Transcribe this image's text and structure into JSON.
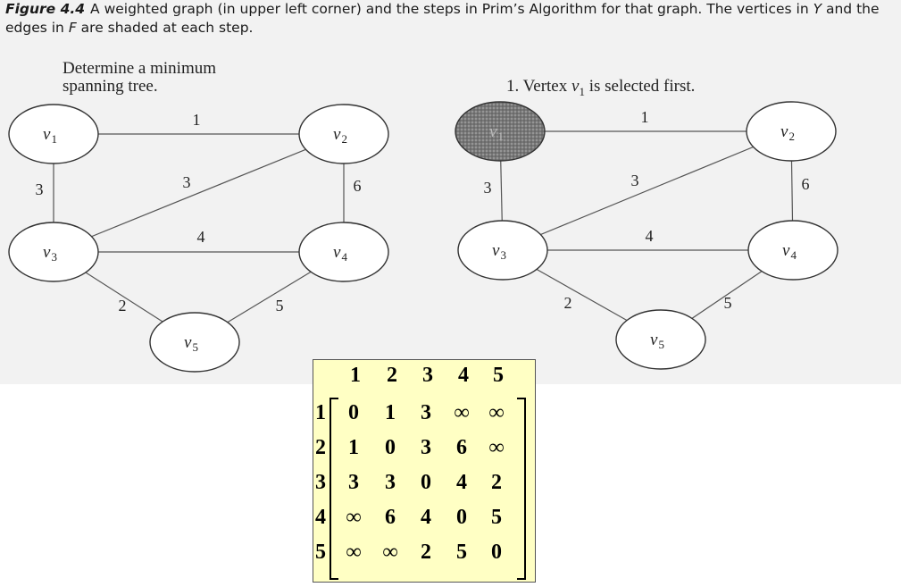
{
  "caption": {
    "label": "Figure 4.4",
    "text_parts": [
      "A weighted graph (in upper left corner) and the steps in Prim’s Algorithm for that graph. The vertices in ",
      "Y",
      " and the edges in ",
      "F",
      " are shaded at each step."
    ]
  },
  "left_graph": {
    "title_line1": "Determine a minimum",
    "title_line2": "spanning tree.",
    "vertices": [
      {
        "id": "v1",
        "label": "v",
        "sub": "1"
      },
      {
        "id": "v2",
        "label": "v",
        "sub": "2"
      },
      {
        "id": "v3",
        "label": "v",
        "sub": "3"
      },
      {
        "id": "v4",
        "label": "v",
        "sub": "4"
      },
      {
        "id": "v5",
        "label": "v",
        "sub": "5"
      }
    ],
    "edges": [
      {
        "from": "v1",
        "to": "v2",
        "weight": "1"
      },
      {
        "from": "v1",
        "to": "v3",
        "weight": "3"
      },
      {
        "from": "v3",
        "to": "v2",
        "weight": "3"
      },
      {
        "from": "v2",
        "to": "v4",
        "weight": "6"
      },
      {
        "from": "v3",
        "to": "v4",
        "weight": "4"
      },
      {
        "from": "v3",
        "to": "v5",
        "weight": "2"
      },
      {
        "from": "v5",
        "to": "v4",
        "weight": "5"
      }
    ]
  },
  "right_graph": {
    "title_prefix": "1. Vertex ",
    "title_var": "v",
    "title_sub": "1",
    "title_suffix": " is selected first.",
    "selected_vertex": "v1",
    "vertices": [
      {
        "id": "v1",
        "label": "v",
        "sub": "1"
      },
      {
        "id": "v2",
        "label": "v",
        "sub": "2"
      },
      {
        "id": "v3",
        "label": "v",
        "sub": "3"
      },
      {
        "id": "v4",
        "label": "v",
        "sub": "4"
      },
      {
        "id": "v5",
        "label": "v",
        "sub": "5"
      }
    ],
    "edges": [
      {
        "from": "v1",
        "to": "v2",
        "weight": "1"
      },
      {
        "from": "v1",
        "to": "v3",
        "weight": "3"
      },
      {
        "from": "v3",
        "to": "v2",
        "weight": "3"
      },
      {
        "from": "v2",
        "to": "v4",
        "weight": "6"
      },
      {
        "from": "v3",
        "to": "v4",
        "weight": "4"
      },
      {
        "from": "v3",
        "to": "v5",
        "weight": "2"
      },
      {
        "from": "v5",
        "to": "v4",
        "weight": "5"
      }
    ]
  },
  "matrix": {
    "col_headers": [
      "1",
      "2",
      "3",
      "4",
      "5"
    ],
    "row_headers": [
      "1",
      "2",
      "3",
      "4",
      "5"
    ],
    "rows": [
      [
        "0",
        "1",
        "3",
        "∞",
        "∞"
      ],
      [
        "1",
        "0",
        "3",
        "6",
        "∞"
      ],
      [
        "3",
        "3",
        "0",
        "4",
        "2"
      ],
      [
        "∞",
        "6",
        "4",
        "0",
        "5"
      ],
      [
        "∞",
        "∞",
        "2",
        "5",
        "0"
      ]
    ]
  },
  "colors": {
    "band_bg": "#f2f2f2",
    "matrix_bg": "#ffffc4",
    "selected_fill": "#7a7a7a",
    "line": "#555555"
  }
}
